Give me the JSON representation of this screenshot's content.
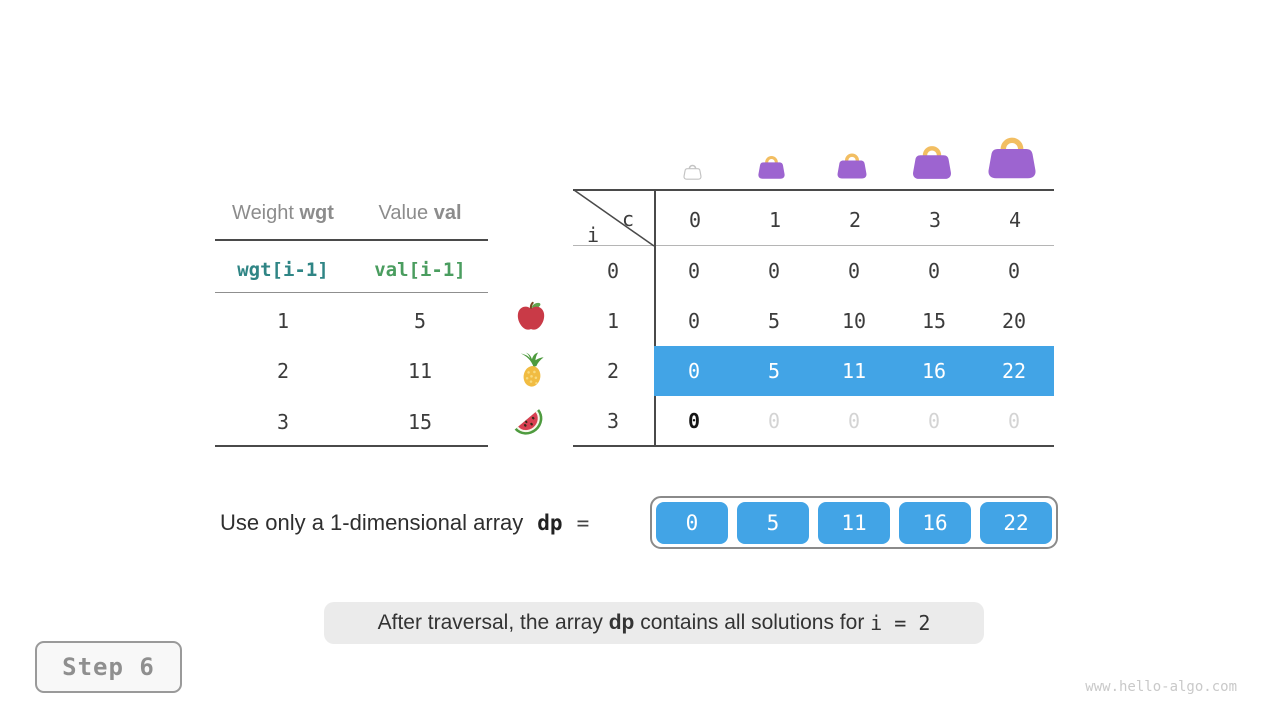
{
  "colors": {
    "highlight_blue": "#42a4e6",
    "bag_purple": "#9d64d0",
    "bag_handle": "#f2be62",
    "wgt_teal": "#2f8585",
    "val_green": "#4a9d5f",
    "caption_bg": "#ebebeb"
  },
  "items_table": {
    "header": [
      {
        "label": "Weight ",
        "code": "wgt"
      },
      {
        "label": "Value ",
        "code": "val"
      }
    ],
    "formula": [
      "wgt[i-1]",
      "val[i-1]"
    ],
    "rows": [
      [
        "1",
        "5"
      ],
      [
        "2",
        "11"
      ],
      [
        "3",
        "15"
      ]
    ],
    "fruit_icons": [
      "apple-icon",
      "pineapple-icon",
      "watermelon-icon"
    ]
  },
  "dp_table": {
    "corner_col": "c",
    "corner_row": "i",
    "col_headers": [
      "0",
      "1",
      "2",
      "3",
      "4"
    ],
    "bag_icons": [
      "handbag-empty-icon",
      "handbag-size-1-icon",
      "handbag-size-2-icon",
      "handbag-size-3-icon",
      "handbag-size-4-icon"
    ],
    "rows": [
      {
        "label": "0",
        "cells": [
          "0",
          "0",
          "0",
          "0",
          "0"
        ],
        "state": "normal"
      },
      {
        "label": "1",
        "cells": [
          "0",
          "5",
          "10",
          "15",
          "20"
        ],
        "state": "normal"
      },
      {
        "label": "2",
        "cells": [
          "0",
          "5",
          "11",
          "16",
          "22"
        ],
        "state": "highlighted"
      },
      {
        "label": "3",
        "cells": [
          "0",
          "0",
          "0",
          "0",
          "0"
        ],
        "state": "pending-first-done"
      }
    ]
  },
  "dp_line": {
    "prefix": "Use only a 1-dimensional array",
    "var": "dp",
    "equals": "=",
    "values": [
      "0",
      "5",
      "11",
      "16",
      "22"
    ]
  },
  "caption": {
    "part1": "After traversal, the array ",
    "code1": "dp",
    "part2": " contains all solutions for ",
    "code2": "i = 2"
  },
  "footer": {
    "step": "Step 6",
    "site": "www.hello-algo.com"
  }
}
